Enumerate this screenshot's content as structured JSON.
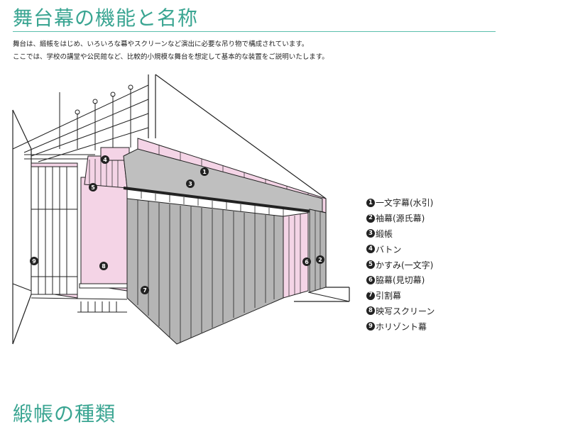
{
  "header": {
    "title": "舞台幕の機能と名称"
  },
  "intro": {
    "line1": "舞台は、緞帳をはじめ、いろいろな幕やスクリーンなど演出に必要な吊り物で構成されています。",
    "line2": "ここでは、学校の講堂や公民館など、比較的小規模な舞台を想定して基本的な装置をご説明いたします。"
  },
  "colors": {
    "accent": "#3aa592",
    "pink": "#f4d4e6",
    "gray": "#b5b5b5",
    "line": "#222222"
  },
  "diagram": {
    "markers": [
      "1",
      "2",
      "3",
      "4",
      "5",
      "6",
      "7",
      "8",
      "9"
    ]
  },
  "legend": [
    {
      "num": "1",
      "label": "一文字幕(水引)"
    },
    {
      "num": "2",
      "label": "袖幕(源氏幕)"
    },
    {
      "num": "3",
      "label": "緞帳"
    },
    {
      "num": "4",
      "label": "バトン"
    },
    {
      "num": "5",
      "label": "かすみ(一文字)"
    },
    {
      "num": "6",
      "label": "脇幕(見切幕)"
    },
    {
      "num": "7",
      "label": "引割幕"
    },
    {
      "num": "8",
      "label": "映写スクリーン"
    },
    {
      "num": "9",
      "label": "ホリゾント幕"
    }
  ],
  "footer": {
    "heading": "緞帳の種類"
  }
}
